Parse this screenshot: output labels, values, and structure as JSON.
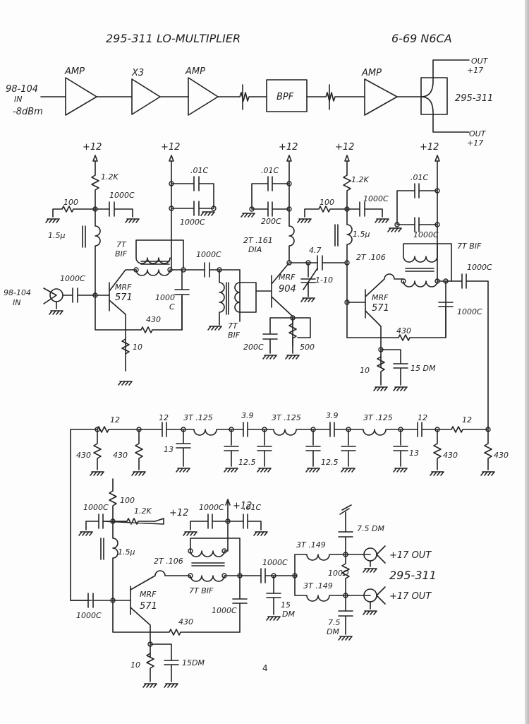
{
  "header": {
    "title": "295-311  LO-MULTIPLIER",
    "date_author": "6-69  N6CA"
  },
  "block_diagram": {
    "input_label": [
      "98-104",
      "IN",
      "-8dBm"
    ],
    "stages": [
      "AMP",
      "X3",
      "AMP",
      "BPF",
      "AMP"
    ],
    "output_top": [
      "OUT",
      "+17"
    ],
    "output_bottom": [
      "OUT",
      "+17"
    ],
    "splitter_label": "295-311"
  },
  "stage1": {
    "supply": "+12",
    "r_bias": "1.2K",
    "r_load": "100",
    "c_bypass": "1000C",
    "choke": "1.5µ",
    "input": [
      "98-104",
      "IN"
    ],
    "c_in": "1000C",
    "transistor": [
      "MRF",
      "571"
    ],
    "r_fb": "430",
    "r_emitter": "10"
  },
  "stage2": {
    "supply": "+12",
    "c1": ".01C",
    "c2": "1000C",
    "xfmr": [
      "7T",
      "BIF"
    ],
    "c_shunt": [
      "1000",
      "C"
    ],
    "c_couple": "1000C",
    "xfmr2": [
      "7T",
      "BIF"
    ]
  },
  "stage3": {
    "supply": "+12",
    "c1": ".01C",
    "c2": "200C",
    "coil": [
      "2T .161",
      "DIA"
    ],
    "transistor": [
      "MRF",
      "904"
    ],
    "trimmer": "1-10",
    "c_e": "200C",
    "pot": "500",
    "c_couple": "4.7"
  },
  "stage4": {
    "supply": "+12",
    "r_bias": "1.2K",
    "r_load": "100",
    "c_bypass": "1000C",
    "choke": "1.5µ",
    "coil": "2T .106",
    "transistor": [
      "MRF",
      "571"
    ],
    "r_fb": "430",
    "r_emitter": "10",
    "c_emitter": "15 DM",
    "supply2": "+12",
    "c1": ".01C",
    "c2": "1000C",
    "xfmr": "7T BIF",
    "c_out": "1000C",
    "c_shunt": "1000C"
  },
  "filter": {
    "r_series": [
      "12",
      "12"
    ],
    "r_shunt": [
      "430",
      "430",
      "430",
      "430"
    ],
    "c_series": [
      "12",
      "3.9",
      "3.9",
      "12"
    ],
    "inductors": [
      "3T .125",
      "3T .125",
      "3T .125"
    ],
    "c_shunt": [
      "13",
      "12.5",
      "12.5",
      "13"
    ]
  },
  "stage5": {
    "r_top": "100",
    "c_bypass": "1000C",
    "r_bias": "1.2K",
    "bias_supply": "+12",
    "supply": "+12",
    "c1": "1000C",
    "c2": ".01C",
    "choke": "1.5µ",
    "coil": "2T .106",
    "xfmr": "7T BIF",
    "transistor": [
      "MRF",
      "571"
    ],
    "c_in": "1000C",
    "c_shunt": "1000C",
    "r_fb": "430",
    "r_emitter": "10",
    "c_emitter": "15DM",
    "c_out": "1000C",
    "c_out_shunt": [
      "15",
      "DM"
    ]
  },
  "splitter": {
    "c_top": "7.5 DM",
    "l_top": "3T .149",
    "r_iso": "100Ω",
    "l_bottom": "3T .149",
    "c_bottom": [
      "7.5",
      "DM"
    ],
    "out_top": "+17 OUT",
    "out_bottom": "+17 OUT",
    "label": "295-311"
  },
  "page_number": "4"
}
